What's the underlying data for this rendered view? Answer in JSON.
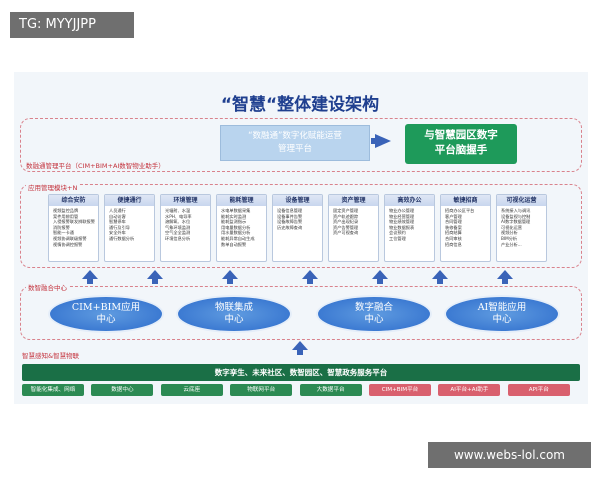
{
  "tag_label": "TG: MYYJJPP",
  "watermark": "www.webs-lol.com",
  "title": "“智慧“整体建设架构",
  "mgmt_section_label": "数融通管理平台（CIM+BIM+AI数智物业助手）",
  "mgmt_box": {
    "line1": "“数融通”数字化赋能运营",
    "line2": "管理平台"
  },
  "green_box": {
    "line1": "与智慧园区数字",
    "line2": "平台脑握手"
  },
  "app_section_label": "应用管理模块+N",
  "modules": [
    {
      "title": "综合安防",
      "items": [
        "视频监控品牌",
        "案件用辨用管",
        "入侵报警联发辨联报警",
        "消防报警",
        "智能一卡通",
        "视频协调联级报警",
        "视情协调控报警"
      ]
    },
    {
      "title": "便捷通行",
      "items": [
        "人员通行",
        "自动访客",
        "智慧停车",
        "通行及引导",
        "安全外车",
        "通行数据分析"
      ]
    },
    {
      "title": "环境管理",
      "items": [
        "光辐射、水温",
        "水PH、电导率",
        "溶解氧、水位",
        "气象环境监测",
        "空气全全监测",
        "环境信息分析"
      ]
    },
    {
      "title": "能耗管理",
      "items": [
        "水电单数据采集",
        "能耗实时监测",
        "能耗监测指示",
        "用电量数据分析",
        "用水量数据分析",
        "能耗异常自动生成",
        "数单自动报警"
      ]
    },
    {
      "title": "设备管理",
      "items": [
        "设备信息管理",
        "设备事件告警",
        "设备故障告警",
        "历史故障查询"
      ]
    },
    {
      "title": "资产管理",
      "items": [
        "固定资产管理",
        "资产轨迹跟踪",
        "资产出现纪录",
        "资产告警管理",
        "资产可视查询"
      ]
    },
    {
      "title": "高效办公",
      "items": [
        "物业办公管理",
        "物业经营管理",
        "物业绩效管理",
        "物业数据报表",
        "会议预约",
        "工位管理"
      ]
    },
    {
      "title": "敏捷招商",
      "items": [
        "招商办公区平台",
        "客户管理",
        "合同管理",
        "装修备案",
        "招商结算",
        "合同审核",
        "招商信息"
      ]
    },
    {
      "title": "可视化运营",
      "items": [
        "系统接入与调讯",
        "设备监视与控制",
        "AI数字数据管理",
        "可视化运营",
        "视频分析",
        "BIM分析",
        "产业分析..."
      ]
    }
  ],
  "fusion_section_label": "数智融合中心",
  "ellipses": [
    {
      "line1": "CIM+BIM应用",
      "line2": "中心"
    },
    {
      "line1": "物联集成",
      "line2": "中心"
    },
    {
      "line1": "数字融合",
      "line2": "中心"
    },
    {
      "line1": "AI智能应用",
      "line2": "中心"
    }
  ],
  "sense_section_label": "智慧感知&智慧物联",
  "platform_bar": "数字孪生、未来社区、数智园区、智慧政务服务平台",
  "chips": [
    {
      "label": "智能化集成、网络",
      "color": "#2c8a53"
    },
    {
      "label": "数据中心",
      "color": "#2c8a53"
    },
    {
      "label": "云底座",
      "color": "#2c8a53"
    },
    {
      "label": "物联网平台",
      "color": "#2c8a53"
    },
    {
      "label": "大数据平台",
      "color": "#2c8a53"
    },
    {
      "label": "CIM+BIM平台",
      "color": "#d9606e"
    },
    {
      "label": "AI平台+AI助手",
      "color": "#d9606e"
    },
    {
      "label": "API平台",
      "color": "#d9606e"
    }
  ]
}
